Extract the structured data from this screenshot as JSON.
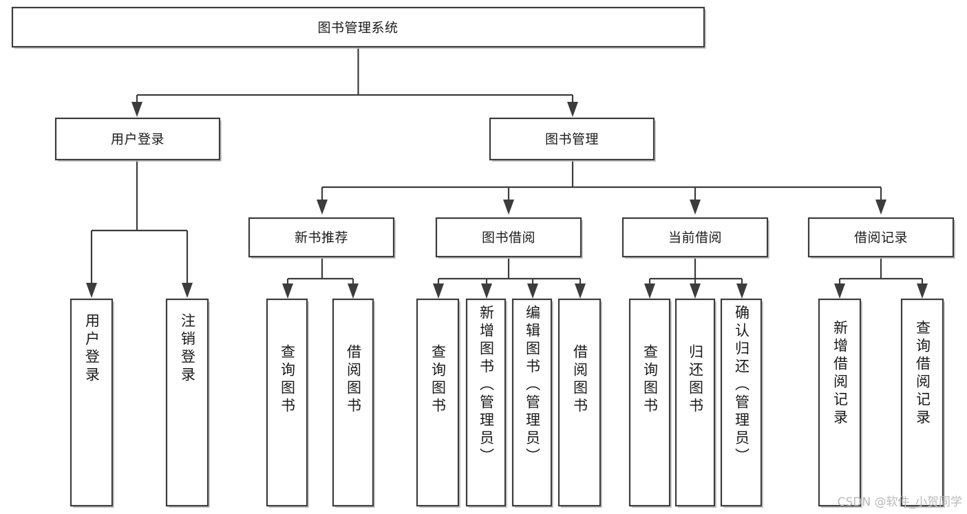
{
  "diagram": {
    "type": "tree",
    "title": "图书管理系统",
    "orientation": "top-down",
    "background_color": "#ffffff",
    "line_color": "#3c3c3c",
    "box_fill": "#ffffff",
    "root": {
      "id": "root",
      "label": "图书管理系统",
      "text_orientation": "horizontal"
    },
    "level2": [
      {
        "id": "user-login",
        "label": "用户登录",
        "text_orientation": "horizontal"
      },
      {
        "id": "book-management",
        "label": "图书管理",
        "text_orientation": "horizontal"
      }
    ],
    "level3": [
      {
        "id": "new-book-recommend",
        "label": "新书推荐",
        "parent": "book-management",
        "text_orientation": "horizontal"
      },
      {
        "id": "book-borrow",
        "label": "图书借阅",
        "parent": "book-management",
        "text_orientation": "horizontal"
      },
      {
        "id": "current-borrow",
        "label": "当前借阅",
        "parent": "book-management",
        "text_orientation": "horizontal"
      },
      {
        "id": "borrow-record",
        "label": "借阅记录",
        "parent": "book-management",
        "text_orientation": "horizontal"
      }
    ],
    "leaves": [
      {
        "id": "leaf-user-login",
        "label": "用户登录",
        "parent": "user-login",
        "text_orientation": "vertical"
      },
      {
        "id": "leaf-logout",
        "label": "注销登录",
        "parent": "user-login",
        "text_orientation": "vertical"
      },
      {
        "id": "leaf-query-book-1",
        "label": "查询图书",
        "parent": "new-book-recommend",
        "text_orientation": "vertical"
      },
      {
        "id": "leaf-borrow-book-1",
        "label": "借阅图书",
        "parent": "new-book-recommend",
        "text_orientation": "vertical"
      },
      {
        "id": "leaf-query-book-2",
        "label": "查询图书",
        "parent": "book-borrow",
        "text_orientation": "vertical"
      },
      {
        "id": "leaf-add-book",
        "label": "新增图书（管理员）",
        "parent": "book-borrow",
        "text_orientation": "vertical"
      },
      {
        "id": "leaf-edit-book",
        "label": "编辑图书（管理员）",
        "parent": "book-borrow",
        "text_orientation": "vertical"
      },
      {
        "id": "leaf-borrow-book-2",
        "label": "借阅图书",
        "parent": "book-borrow",
        "text_orientation": "vertical"
      },
      {
        "id": "leaf-query-book-3",
        "label": "查询图书",
        "parent": "current-borrow",
        "text_orientation": "vertical"
      },
      {
        "id": "leaf-return-book",
        "label": "归还图书",
        "parent": "current-borrow",
        "text_orientation": "vertical"
      },
      {
        "id": "leaf-confirm-return",
        "label": "确认归还（管理员）",
        "parent": "current-borrow",
        "text_orientation": "vertical"
      },
      {
        "id": "leaf-add-record",
        "label": "新增借阅记录",
        "parent": "borrow-record",
        "text_orientation": "vertical"
      },
      {
        "id": "leaf-query-record",
        "label": "查询借阅记录",
        "parent": "borrow-record",
        "text_orientation": "vertical"
      }
    ]
  },
  "watermark": {
    "text": "CSDN @软件_小贺同学"
  }
}
